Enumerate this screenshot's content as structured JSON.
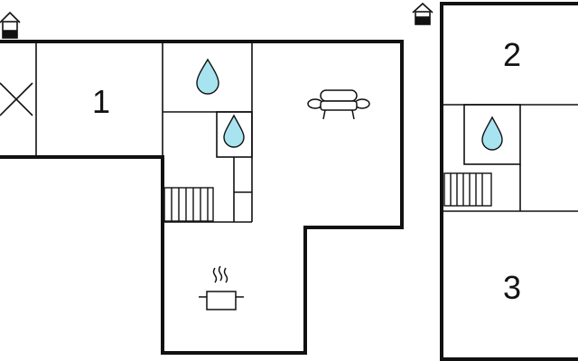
{
  "colors": {
    "wall": "#111111",
    "water": "#a8e4ef",
    "background": "#ffffff"
  },
  "rooms": [
    {
      "label": "1"
    },
    {
      "label": "2"
    },
    {
      "label": "3"
    }
  ],
  "icons": [
    "house-icon",
    "water-drop-icon",
    "sofa-icon",
    "stairs-icon",
    "cooking-pot-icon",
    "cross-void-icon"
  ]
}
